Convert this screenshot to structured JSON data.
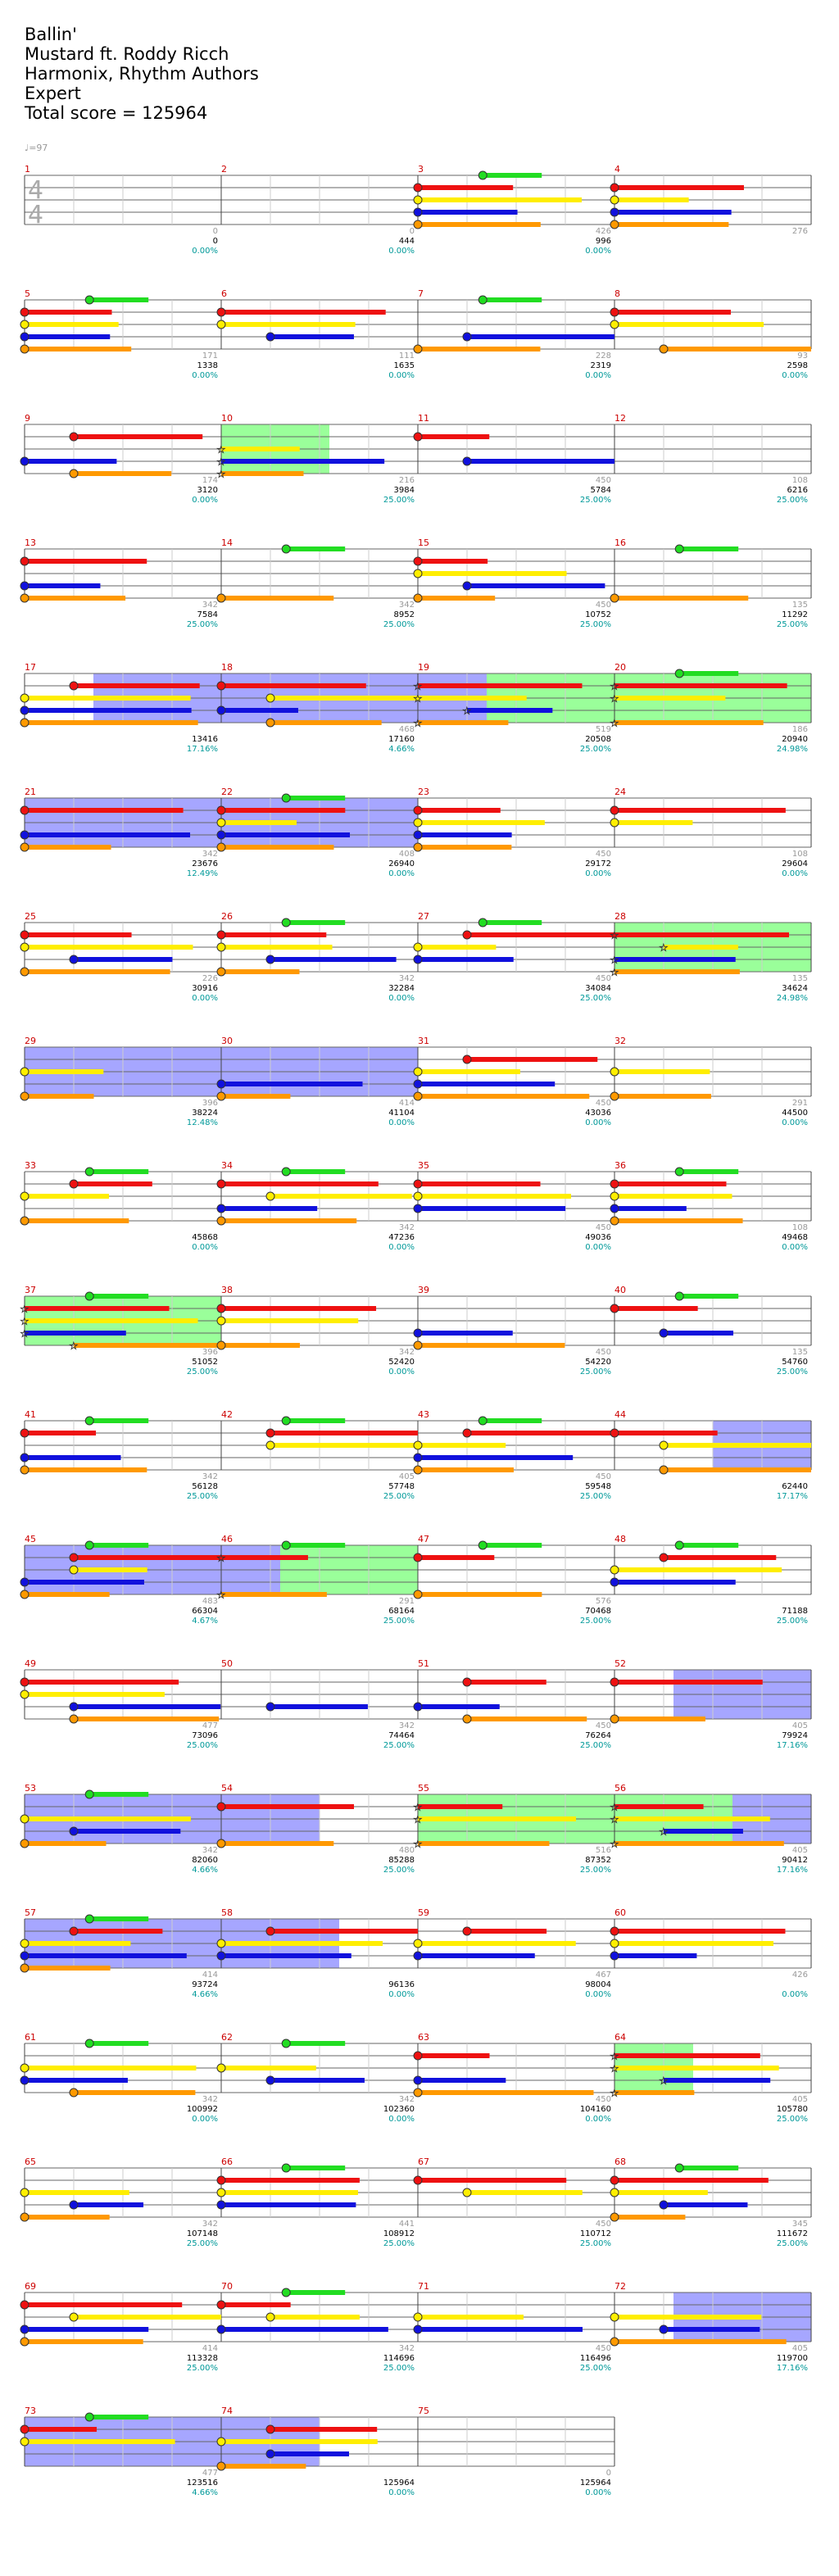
{
  "header": {
    "song": "Ballin'",
    "artist": "Mustard ft. Roddy Ricch",
    "charter": "Harmonix, Rhythm Authors",
    "difficulty": "Expert",
    "total_score_label": "Total score = 125964",
    "tempo": "♩=97"
  },
  "time_signature": [
    "4",
    "4"
  ],
  "colors": {
    "green": "#22dd22",
    "red": "#ee1111",
    "yellow": "#ffee00",
    "blue": "#1111dd",
    "orange": "#ff9900",
    "measure_number": "#cc0000",
    "score": "#000000",
    "percent": "#009999",
    "streak": "#999999",
    "overdrive": "#88ff88",
    "activation": "#8888ff"
  },
  "rows": [
    {
      "measures": [
        1,
        2,
        3,
        4
      ],
      "below": [
        [
          "",
          "",
          ""
        ],
        [
          "0",
          "0",
          "0.00%"
        ],
        [
          "0",
          "444",
          "0.00%"
        ],
        [
          "426",
          "996",
          "0.00%"
        ],
        [
          "276",
          "",
          ""
        ]
      ]
    },
    {
      "measures": [
        5,
        6,
        7,
        8
      ],
      "below": [
        [
          "",
          "",
          ""
        ],
        [
          "171",
          "1338",
          "0.00%"
        ],
        [
          "111",
          "1635",
          "0.00%"
        ],
        [
          "228",
          "2319",
          "0.00%"
        ],
        [
          "93",
          "2598",
          "0.00%"
        ]
      ]
    },
    {
      "measures": [
        9,
        10,
        11,
        12
      ],
      "below": [
        [
          "",
          "",
          ""
        ],
        [
          "174",
          "3120",
          "0.00%"
        ],
        [
          "216",
          "3984",
          "25.00%"
        ],
        [
          "450",
          "5784",
          "25.00%"
        ],
        [
          "108",
          "6216",
          "25.00%"
        ]
      ]
    },
    {
      "measures": [
        13,
        14,
        15,
        16
      ],
      "below": [
        [
          "",
          "",
          ""
        ],
        [
          "342",
          "7584",
          "25.00%"
        ],
        [
          "342",
          "8952",
          "25.00%"
        ],
        [
          "450",
          "10752",
          "25.00%"
        ],
        [
          "135",
          "11292",
          "25.00%"
        ]
      ]
    },
    {
      "measures": [
        17,
        18,
        19,
        20
      ],
      "below": [
        [
          "",
          "",
          ""
        ],
        [
          "",
          "13416",
          "17.16%"
        ],
        [
          "468",
          "17160",
          "4.66%"
        ],
        [
          "519",
          "20508",
          "25.00%"
        ],
        [
          "186",
          "20940",
          "24.98%"
        ]
      ]
    },
    {
      "measures": [
        21,
        22,
        23,
        24
      ],
      "below": [
        [
          "",
          "",
          ""
        ],
        [
          "342",
          "23676",
          "12.49%"
        ],
        [
          "408",
          "26940",
          "0.00%"
        ],
        [
          "450",
          "29172",
          "0.00%"
        ],
        [
          "108",
          "29604",
          "0.00%"
        ]
      ]
    },
    {
      "measures": [
        25,
        26,
        27,
        28
      ],
      "below": [
        [
          "",
          "",
          ""
        ],
        [
          "226",
          "30916",
          "0.00%"
        ],
        [
          "342",
          "32284",
          "0.00%"
        ],
        [
          "450",
          "34084",
          "25.00%"
        ],
        [
          "135",
          "34624",
          "24.98%"
        ]
      ]
    },
    {
      "measures": [
        29,
        30,
        31,
        32
      ],
      "below": [
        [
          "",
          "",
          ""
        ],
        [
          "396",
          "38224",
          "12.48%"
        ],
        [
          "414",
          "41104",
          "0.00%"
        ],
        [
          "450",
          "43036",
          "0.00%"
        ],
        [
          "291",
          "44500",
          "0.00%"
        ]
      ]
    },
    {
      "measures": [
        33,
        34,
        35,
        36
      ],
      "below": [
        [
          "",
          "",
          ""
        ],
        [
          "",
          "45868",
          "0.00%"
        ],
        [
          "342",
          "47236",
          "0.00%"
        ],
        [
          "450",
          "49036",
          "0.00%"
        ],
        [
          "108",
          "49468",
          "0.00%"
        ]
      ]
    },
    {
      "measures": [
        37,
        38,
        39,
        40
      ],
      "below": [
        [
          "",
          "",
          ""
        ],
        [
          "396",
          "51052",
          "25.00%"
        ],
        [
          "342",
          "52420",
          "0.00%"
        ],
        [
          "450",
          "54220",
          "25.00%"
        ],
        [
          "135",
          "54760",
          "25.00%"
        ]
      ]
    },
    {
      "measures": [
        41,
        42,
        43,
        44
      ],
      "below": [
        [
          "",
          "",
          ""
        ],
        [
          "342",
          "56128",
          "25.00%"
        ],
        [
          "405",
          "57748",
          "25.00%"
        ],
        [
          "450",
          "59548",
          "25.00%"
        ],
        [
          "",
          "62440",
          "17.17%"
        ]
      ]
    },
    {
      "measures": [
        45,
        46,
        47,
        48
      ],
      "below": [
        [
          "",
          "",
          ""
        ],
        [
          "483",
          "66304",
          "4.67%"
        ],
        [
          "291",
          "68164",
          "25.00%"
        ],
        [
          "576",
          "70468",
          "25.00%"
        ],
        [
          "",
          "71188",
          "25.00%"
        ]
      ]
    },
    {
      "measures": [
        49,
        50,
        51,
        52
      ],
      "below": [
        [
          "",
          "",
          ""
        ],
        [
          "477",
          "73096",
          "25.00%"
        ],
        [
          "342",
          "74464",
          "25.00%"
        ],
        [
          "450",
          "76264",
          "25.00%"
        ],
        [
          "405",
          "79924",
          "17.16%"
        ]
      ]
    },
    {
      "measures": [
        53,
        54,
        55,
        56
      ],
      "below": [
        [
          "",
          "",
          ""
        ],
        [
          "342",
          "82060",
          "4.66%"
        ],
        [
          "480",
          "85288",
          "25.00%"
        ],
        [
          "516",
          "87352",
          "25.00%"
        ],
        [
          "405",
          "90412",
          "17.16%"
        ]
      ]
    },
    {
      "measures": [
        57,
        58,
        59,
        60
      ],
      "below": [
        [
          "",
          "",
          ""
        ],
        [
          "414",
          "93724",
          "4.66%"
        ],
        [
          "",
          "96136",
          "0.00%"
        ],
        [
          "467",
          "98004",
          "0.00%"
        ],
        [
          "426",
          "",
          "0.00%"
        ]
      ]
    },
    {
      "measures": [
        61,
        62,
        63,
        64
      ],
      "below": [
        [
          "",
          "",
          ""
        ],
        [
          "342",
          "100992",
          "0.00%"
        ],
        [
          "342",
          "102360",
          "0.00%"
        ],
        [
          "450",
          "104160",
          "0.00%"
        ],
        [
          "405",
          "105780",
          "25.00%"
        ]
      ]
    },
    {
      "measures": [
        65,
        66,
        67,
        68
      ],
      "below": [
        [
          "",
          "",
          ""
        ],
        [
          "342",
          "107148",
          "25.00%"
        ],
        [
          "441",
          "108912",
          "25.00%"
        ],
        [
          "450",
          "110712",
          "25.00%"
        ],
        [
          "345",
          "111672",
          "25.00%"
        ]
      ]
    },
    {
      "measures": [
        69,
        70,
        71,
        72
      ],
      "below": [
        [
          "",
          "",
          ""
        ],
        [
          "414",
          "113328",
          "25.00%"
        ],
        [
          "342",
          "114696",
          "25.00%"
        ],
        [
          "450",
          "116496",
          "25.00%"
        ],
        [
          "405",
          "119700",
          "17.16%"
        ]
      ]
    },
    {
      "measures": [
        73,
        74,
        75
      ],
      "below": [
        [
          "",
          "",
          ""
        ],
        [
          "477",
          "123516",
          "4.66%"
        ],
        [
          "",
          "125964",
          "0.00%"
        ],
        [
          "0",
          "125964",
          "0.00%"
        ]
      ]
    }
  ]
}
